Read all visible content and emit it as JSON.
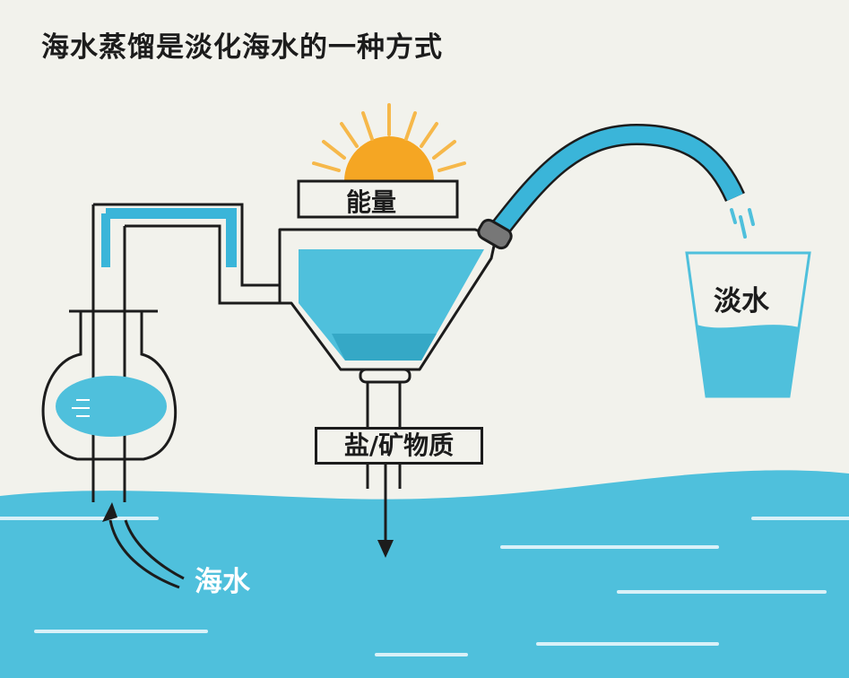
{
  "title": "海水蒸馏是淡化海水的一种方式",
  "labels": {
    "energy": "能量",
    "fresh_water": "淡水",
    "salt_minerals": "盐/矿物质",
    "seawater": "海水"
  },
  "colors": {
    "background": "#f2f2ec",
    "sea": "#4fc0dc",
    "water": "#4fc0dc",
    "water_dark": "#35a8c6",
    "outline": "#1c1c1c",
    "sun": "#f5a623",
    "sun_rays": "#f6b84a",
    "vapor_pipe": "#3ab5d9",
    "wave_lines": "#d9f1f8"
  },
  "icons": [
    "sun-icon",
    "water-drops-icon",
    "flow-arrow-icon",
    "down-arrow-icon"
  ]
}
